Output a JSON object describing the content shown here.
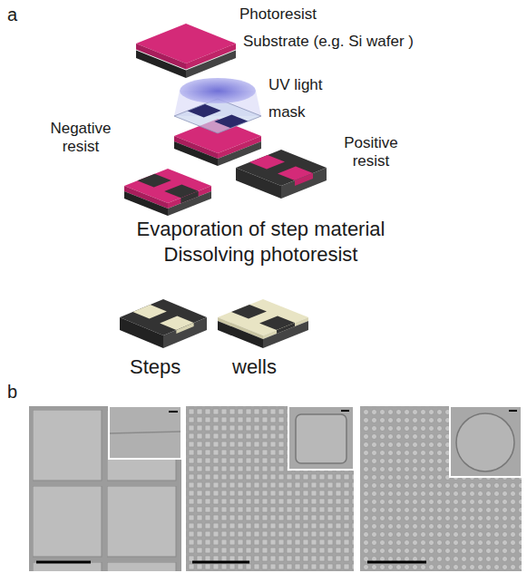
{
  "diagram": {
    "labels": [
      "a",
      "Photoresist",
      "Substrate (e.g. Si wafer )",
      "UV light",
      "mask",
      "Negative resist",
      "Positive resist",
      "Evaporation of step material",
      "Dissolving photoresist",
      "Steps",
      "wells",
      "b"
    ]
  }
}
